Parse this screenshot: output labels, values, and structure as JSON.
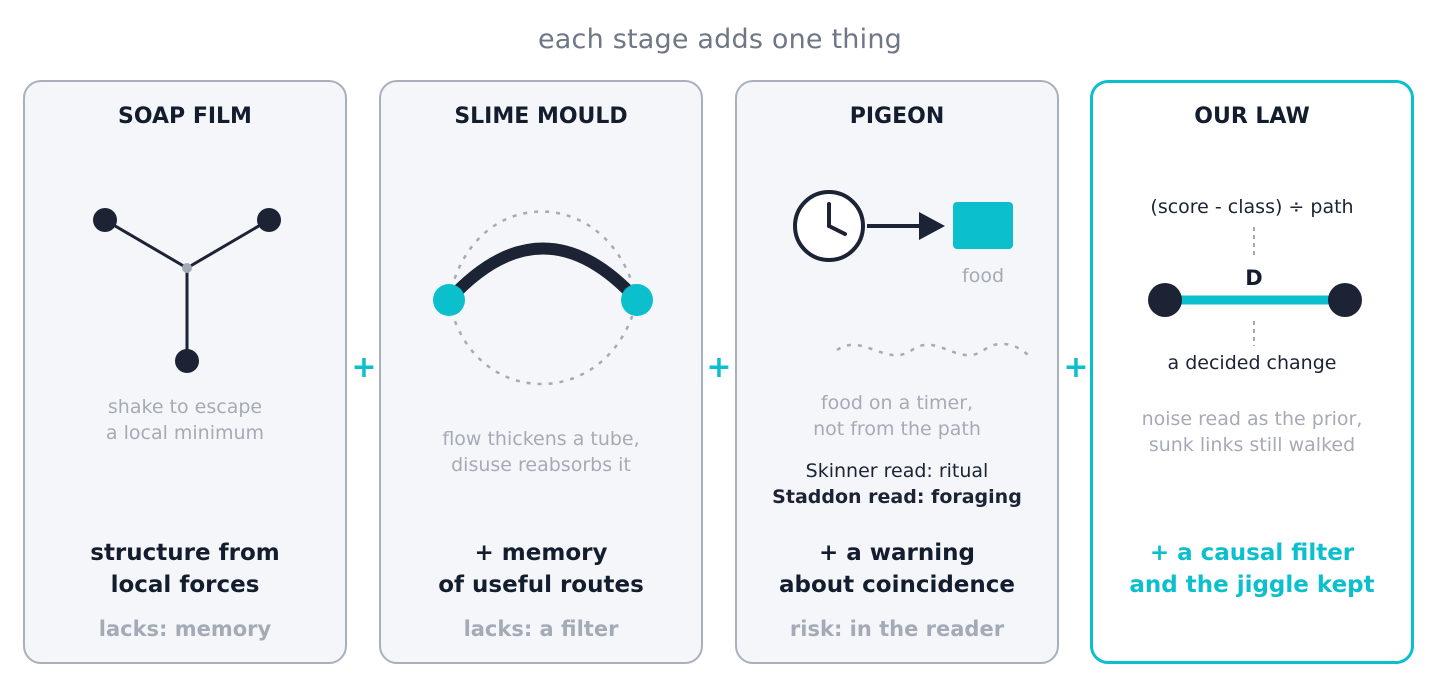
{
  "title": "each stage adds one thing",
  "plus_sign": "+",
  "colors": {
    "accent": "#0bbfcc",
    "ink": "#141d2e",
    "muted": "#a5abb6",
    "border": "#a9b0bc",
    "card_bg": "#f4f6f9"
  },
  "cards": [
    {
      "title": "SOAP FILM",
      "notes": [
        "shake to escape",
        "a local minimum"
      ],
      "summary": [
        "structure from",
        "local forces"
      ],
      "footer": "lacks: memory"
    },
    {
      "title": "SLIME MOULD",
      "notes": [
        "flow thickens a tube,",
        "disuse reabsorbs it"
      ],
      "summary": [
        "+ memory",
        "of useful routes"
      ],
      "footer": "lacks: a filter"
    },
    {
      "title": "PIGEON",
      "food_label": "food",
      "notes": [
        "food on a timer,",
        "not from the path"
      ],
      "reads": [
        "Skinner read: ritual",
        "Staddon read: foraging"
      ],
      "summary": [
        "+ a warning",
        "about coincidence"
      ],
      "footer": "risk: in the reader"
    },
    {
      "title": "OUR LAW",
      "formula": "(score - class) ÷ path",
      "d_label": "D",
      "decided": "a decided change",
      "notes": [
        "noise read as the prior,",
        "sunk links still walked"
      ],
      "summary": [
        "+ a causal filter",
        "and the jiggle kept"
      ]
    }
  ]
}
